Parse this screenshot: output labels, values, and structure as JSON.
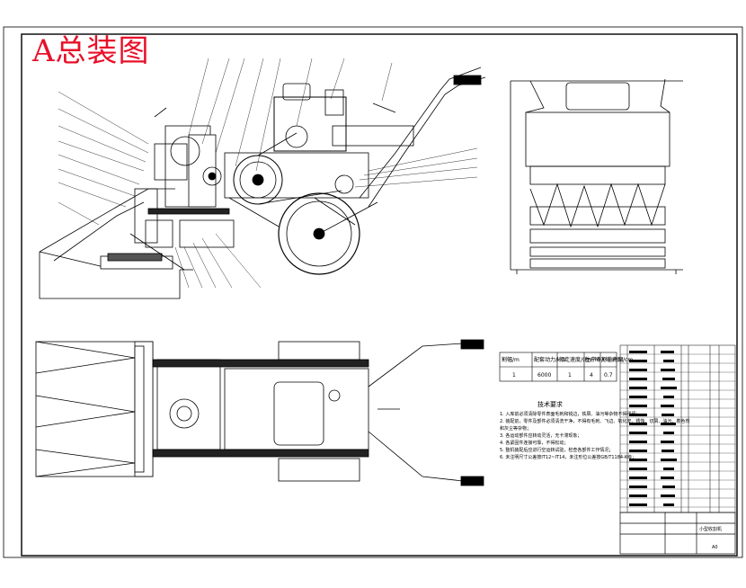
{
  "drawing": {
    "stamp_title": "A总装图",
    "notes_title": "技术要求",
    "notes": [
      "1. 入库前必须清除零件表面毛刺和锐边，铁屑、油污等杂物不得残留；",
      "2. 装配前，零件及部件必须清洗干净，不得有毛刺、飞边、氧化皮、锈蚀、切屑、油污、着色剂",
      "   和灰尘等杂物；",
      "3. 各运动部件应转动灵活，无卡滞现象；",
      "4. 各紧固件连接可靠，不得松动；",
      "5. 整机装配后应进行空运转试验，检查各部件工作情况；",
      "6. 未注明尺寸公差按IT12~IT14，未注形位公差按GB/T1184-K级；"
    ],
    "params_table": {
      "headers": [
        "割幅/m",
        "配套动力/kW",
        "行走速度/(km/h)",
        "生产率/(hm²/h)",
        "割茬高度/cm"
      ],
      "values": [
        "1",
        "6000",
        "1",
        "4",
        "0.7"
      ]
    },
    "title_block": {
      "drawing_title": "小型收割机",
      "sheet_note": "A0"
    }
  }
}
